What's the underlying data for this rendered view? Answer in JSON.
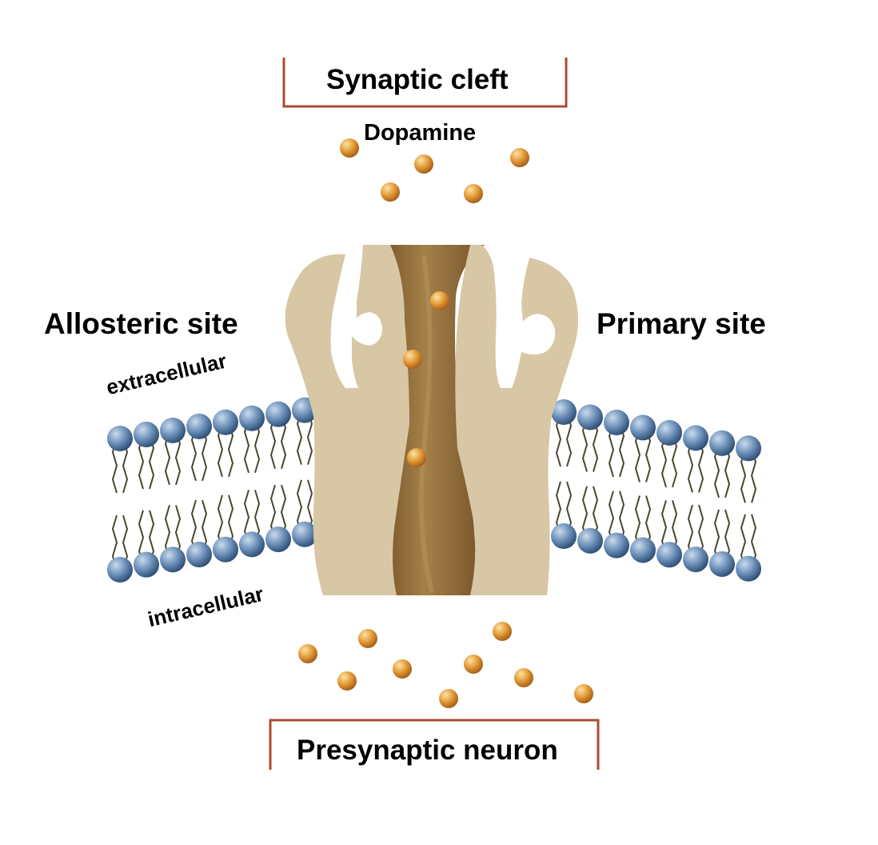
{
  "labels": {
    "top_box": "Synaptic cleft",
    "bottom_box": "Presynaptic neuron",
    "molecule": "Dopamine",
    "left_site": "Allosteric site",
    "right_site": "Primary site",
    "outer_side": "extracellular",
    "inner_side": "intracellular"
  },
  "colors": {
    "box_border": "#a94c33",
    "protein": "#d6c5a2",
    "channel": "#8e6a36",
    "lipid_head": "#5f84ad",
    "dopamine": "#e0982f"
  }
}
